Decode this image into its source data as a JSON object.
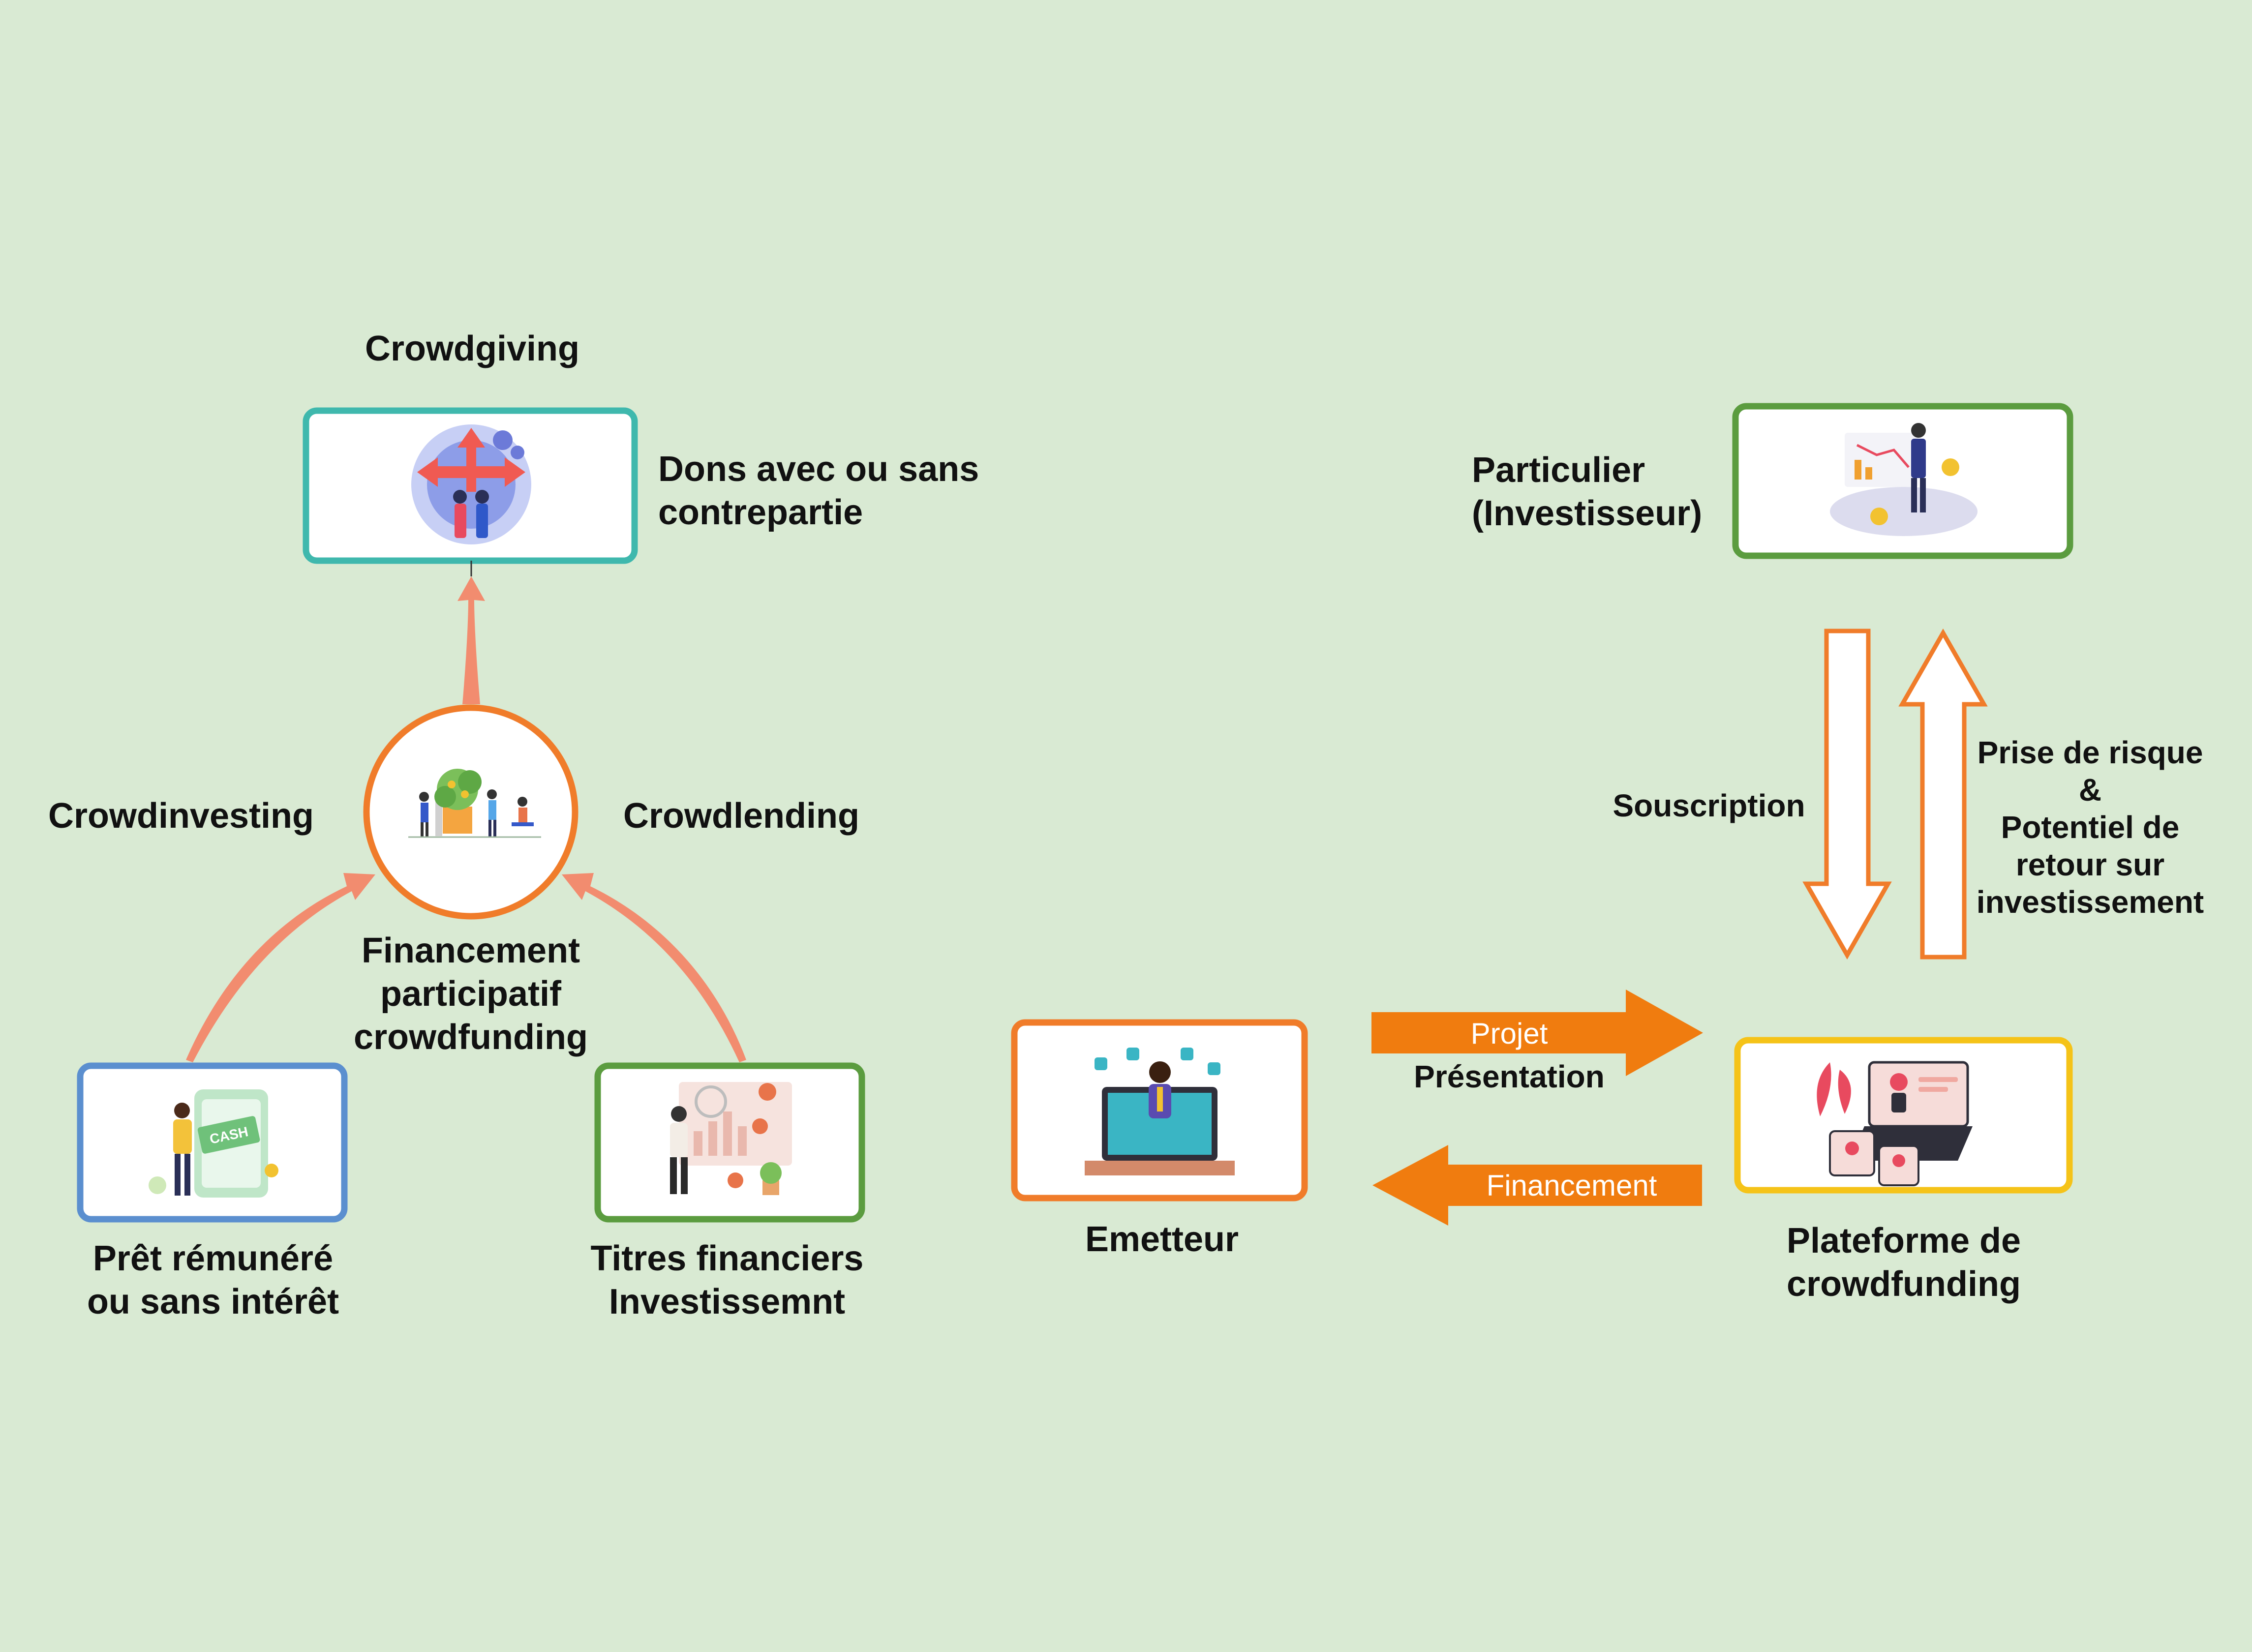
{
  "colors": {
    "background": "#d9ead3",
    "teal": "#3fb8ad",
    "orange": "#f07c2a",
    "green": "#5b9c3f",
    "blue": "#5b8fcf",
    "yellow": "#f5c318",
    "salmon": "#f28c6f",
    "arrow_orange": "#f07c0f"
  },
  "left": {
    "crowdgiving": "Crowdgiving",
    "dons_line1": "Dons avec ou sans",
    "dons_line2": "contrepartie",
    "crowdinvesting": "Crowdinvesting",
    "crowdlending": "Crowdlending",
    "center_line1": "Financement",
    "center_line2": "participatif",
    "center_line3": "crowdfunding",
    "pret_line1": "Prêt rémunéré",
    "pret_line2": "ou sans intérêt",
    "titres_line1": "Titres financiers",
    "titres_line2": "Investissemnt"
  },
  "right": {
    "particulier_line1": "Particulier",
    "particulier_line2": "(Investisseur)",
    "souscription": "Souscription",
    "risque_line1": "Prise de risque",
    "risque_line2": "&",
    "risque_line3": "Potentiel de",
    "risque_line4": "retour sur",
    "risque_line5": "investissement",
    "projet": "Projet",
    "presentation": "Présentation",
    "financement": "Financement",
    "emetteur": "Emetteur",
    "plateforme_line1": "Plateforme de",
    "plateforme_line2": "crowdfunding"
  },
  "icons": {
    "crowdgiving_box": "people-crossroads-arrows-illustration",
    "center_circle": "team-growing-money-tree-illustration",
    "pret_box": "cashback-phone-person-illustration",
    "titres_box": "investor-analysis-coins-illustration",
    "particulier_box": "presenter-chart-illustration",
    "emetteur_box": "man-on-laptop-screen-illustration",
    "plateforme_box": "video-call-devices-illustration"
  }
}
